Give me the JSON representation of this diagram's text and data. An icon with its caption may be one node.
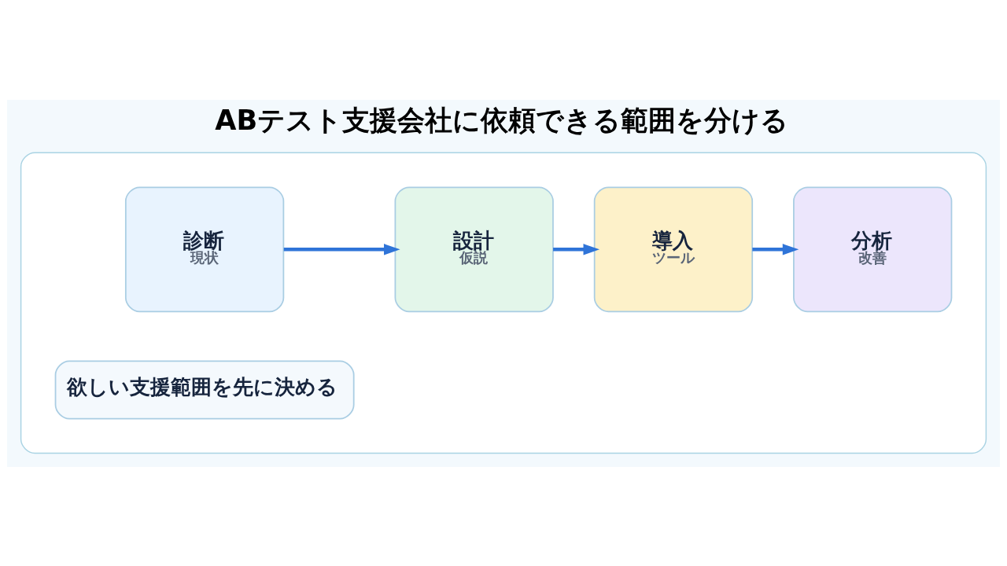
{
  "diagram": {
    "title": "ABテスト支援会社に依頼できる範囲を分ける",
    "nodes": [
      {
        "text": [],
        "shape": "box"
      },
      {
        "text": [
          "診断",
          "現状"
        ],
        "in": 0
      },
      {
        "text": [
          "設計",
          "仮説"
        ],
        "in": 0
      },
      {
        "text": [
          "導入",
          "ツール"
        ],
        "in": 0
      },
      {
        "text": [
          "分析",
          "改善"
        ],
        "in": 0
      },
      {
        "text": [
          "欲しい支援範囲を先に決める"
        ],
        "in": 0
      }
    ],
    "edges": [
      {
        "from": 1,
        "to": 2,
        "arrow": "to"
      },
      {
        "from": 2,
        "to": 3,
        "arrow": "to"
      },
      {
        "from": 3,
        "to": 4,
        "arrow": "to"
      }
    ]
  }
}
